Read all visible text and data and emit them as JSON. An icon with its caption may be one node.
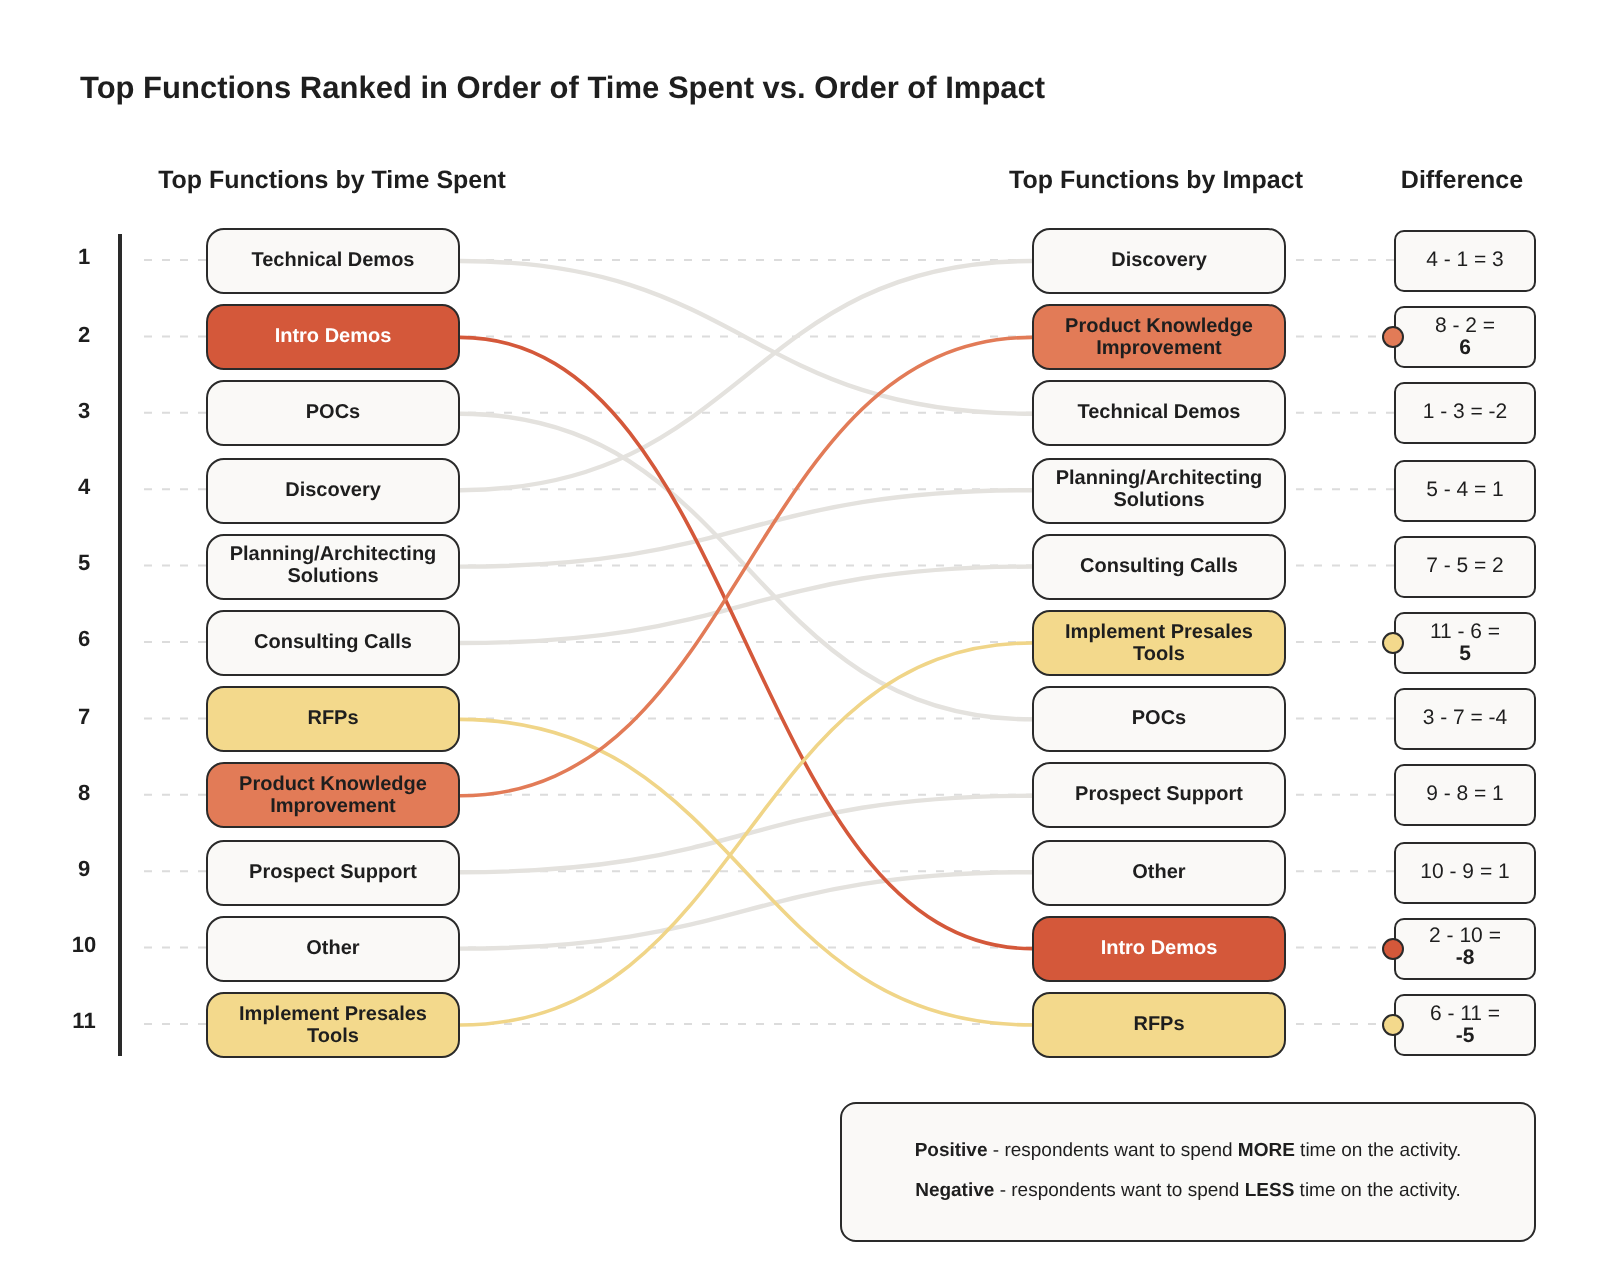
{
  "diagram": {
    "title": "Top Functions Ranked in Order of Time Spent vs. Order of Impact",
    "nodes": [
      {
        "text": [
          "Technical Demos"
        ]
      },
      {
        "text": [
          "Intro Demos"
        ]
      },
      {
        "text": [
          "POCs"
        ]
      },
      {
        "text": [
          "Discovery"
        ]
      },
      {
        "text": [
          "Planning/Architecting Solutions"
        ]
      },
      {
        "text": [
          "Consulting Calls"
        ]
      },
      {
        "text": [
          "RFPs"
        ]
      },
      {
        "text": [
          "Product Knowledge Improvement"
        ]
      },
      {
        "text": [
          "Prospect Support"
        ]
      },
      {
        "text": [
          "Other"
        ]
      },
      {
        "text": [
          "Implement Presales Tools"
        ]
      },
      {
        "text": [
          "Discovery"
        ]
      },
      {
        "text": [
          "Product Knowledge Improvement"
        ]
      },
      {
        "text": [
          "Technical Demos"
        ]
      },
      {
        "text": [
          "Planning/Architecting Solutions"
        ]
      },
      {
        "text": [
          "Consulting Calls"
        ]
      },
      {
        "text": [
          "Implement Presales Tools"
        ]
      },
      {
        "text": [
          "POCs"
        ]
      },
      {
        "text": [
          "Prospect Support"
        ]
      },
      {
        "text": [
          "Other"
        ]
      },
      {
        "text": [
          "Intro Demos"
        ]
      },
      {
        "text": [
          "RFPs"
        ]
      },
      {
        "text": [
          "4 - 1 = 3"
        ]
      },
      {
        "text": [
          "8 - 2 = **6**"
        ]
      },
      {
        "text": [
          "1 - 3 = -2"
        ]
      },
      {
        "text": [
          "5 - 4 = 1"
        ]
      },
      {
        "text": [
          "7 - 5 = 2"
        ]
      },
      {
        "text": [
          "11 - 6 = **5**"
        ]
      },
      {
        "text": [
          "3 - 7 = -4"
        ]
      },
      {
        "text": [
          "9 - 8 = 1"
        ]
      },
      {
        "text": [
          "10 - 9 = 1"
        ]
      },
      {
        "text": [
          "2 - 10 = **-8**"
        ]
      },
      {
        "text": [
          "6 - 11 = **-5**"
        ]
      },
      {
        "text": [
          "**Positive** - respondents want to spend **MORE** time on the activity.",
          "**Negative** - respondents want to spend **LESS** time on the activity."
        ]
      }
    ],
    "edges": [
      {
        "from": 0,
        "to": 13,
        "arrow": "none"
      },
      {
        "from": 1,
        "to": 20,
        "arrow": "none",
        "color": "#d4583a"
      },
      {
        "from": 2,
        "to": 17,
        "arrow": "none"
      },
      {
        "from": 3,
        "to": 11,
        "arrow": "none"
      },
      {
        "from": 4,
        "to": 14,
        "arrow": "none"
      },
      {
        "from": 5,
        "to": 15,
        "arrow": "none"
      },
      {
        "from": 6,
        "to": 21,
        "arrow": "none",
        "color": "#f0d588"
      },
      {
        "from": 7,
        "to": 12,
        "arrow": "none",
        "color": "#e27b57"
      },
      {
        "from": 8,
        "to": 18,
        "arrow": "none"
      },
      {
        "from": 9,
        "to": 19,
        "arrow": "none"
      },
      {
        "from": 10,
        "to": 16,
        "arrow": "none",
        "color": "#f0d588"
      }
    ],
    "labels": [
      "Top Functions by Time Spent",
      "Top Functions by Impact",
      "Difference",
      "1",
      "2",
      "3",
      "4",
      "5",
      "6",
      "7",
      "8",
      "9",
      "10",
      "11"
    ]
  }
}
